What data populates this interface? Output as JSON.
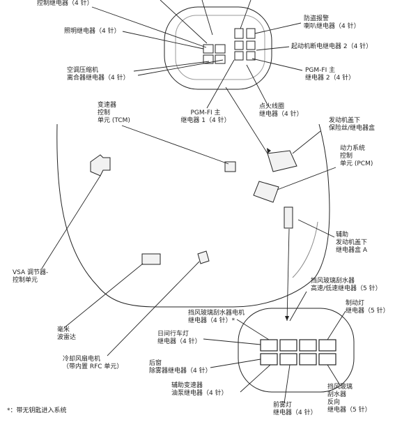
{
  "labels": {
    "top_left_partial": [
      "控制继电器（4 针）"
    ],
    "lighting_relay": [
      "照明继电器（4 针）"
    ],
    "ac_compressor_clutch_relay": [
      "空调压缩机",
      "离合器继电器（4 针）"
    ],
    "pgm_fi_main_relay_1": [
      "PGM-FI 主",
      "继电器 1（4 针）"
    ],
    "anti_theft_horn_relay": [
      "防盗报警",
      "喇叭继电器（4 针）"
    ],
    "starter_cut_relay_2": [
      "起动机断电继电器 2（4 针）"
    ],
    "pgm_fi_main_relay_2": [
      "PGM-FI 主",
      "继电器 2（4 针）"
    ],
    "ignition_coil_relay": [
      "点火线圈",
      "继电器（4 针）"
    ],
    "tcm": [
      "变速器",
      "控制",
      "单元 (TCM)"
    ],
    "under_hood_fuse_relay_box": [
      "发动机盖下",
      "保险丝/继电器盒"
    ],
    "pcm": [
      "动力系统",
      "控制",
      "单元 (PCM)"
    ],
    "aux_under_hood_relay_box_a": [
      "辅助",
      "发动机盖下",
      "继电器盒 A"
    ],
    "vsa_modulator": [
      "VSA 调节器-",
      "控制单元"
    ],
    "wiper_hi_lo_relay": [
      "挡风玻璃刮水器",
      "高速/低速继电器（5 针）"
    ],
    "brake_light_relay": [
      "制动灯",
      "继电器（5 针）"
    ],
    "wiper_motor_relay": [
      "挡风玻璃刮水器电机",
      "继电器（4 针）*"
    ],
    "drl_relay": [
      "日间行车灯",
      "继电器（4 针）"
    ],
    "millimeter_radar": [
      "毫米",
      "波雷达"
    ],
    "rear_defogger_relay": [
      "后窗",
      "除雾器继电器（4 针）"
    ],
    "cooling_fan": [
      "冷却风扇电机",
      "（带内置 RFC 单元）"
    ],
    "aux_trans_oil_relay": [
      "辅助变速器",
      "油泵继电器（4 针）"
    ],
    "front_fog_relay": [
      "前雾灯",
      "继电器（4 针）"
    ],
    "wiper_reverse_relay": [
      "挡风玻璃",
      "刮水器",
      "反向",
      "继电器（5 针）"
    ],
    "footnote": [
      "*：带无钥匙进入系统"
    ]
  }
}
